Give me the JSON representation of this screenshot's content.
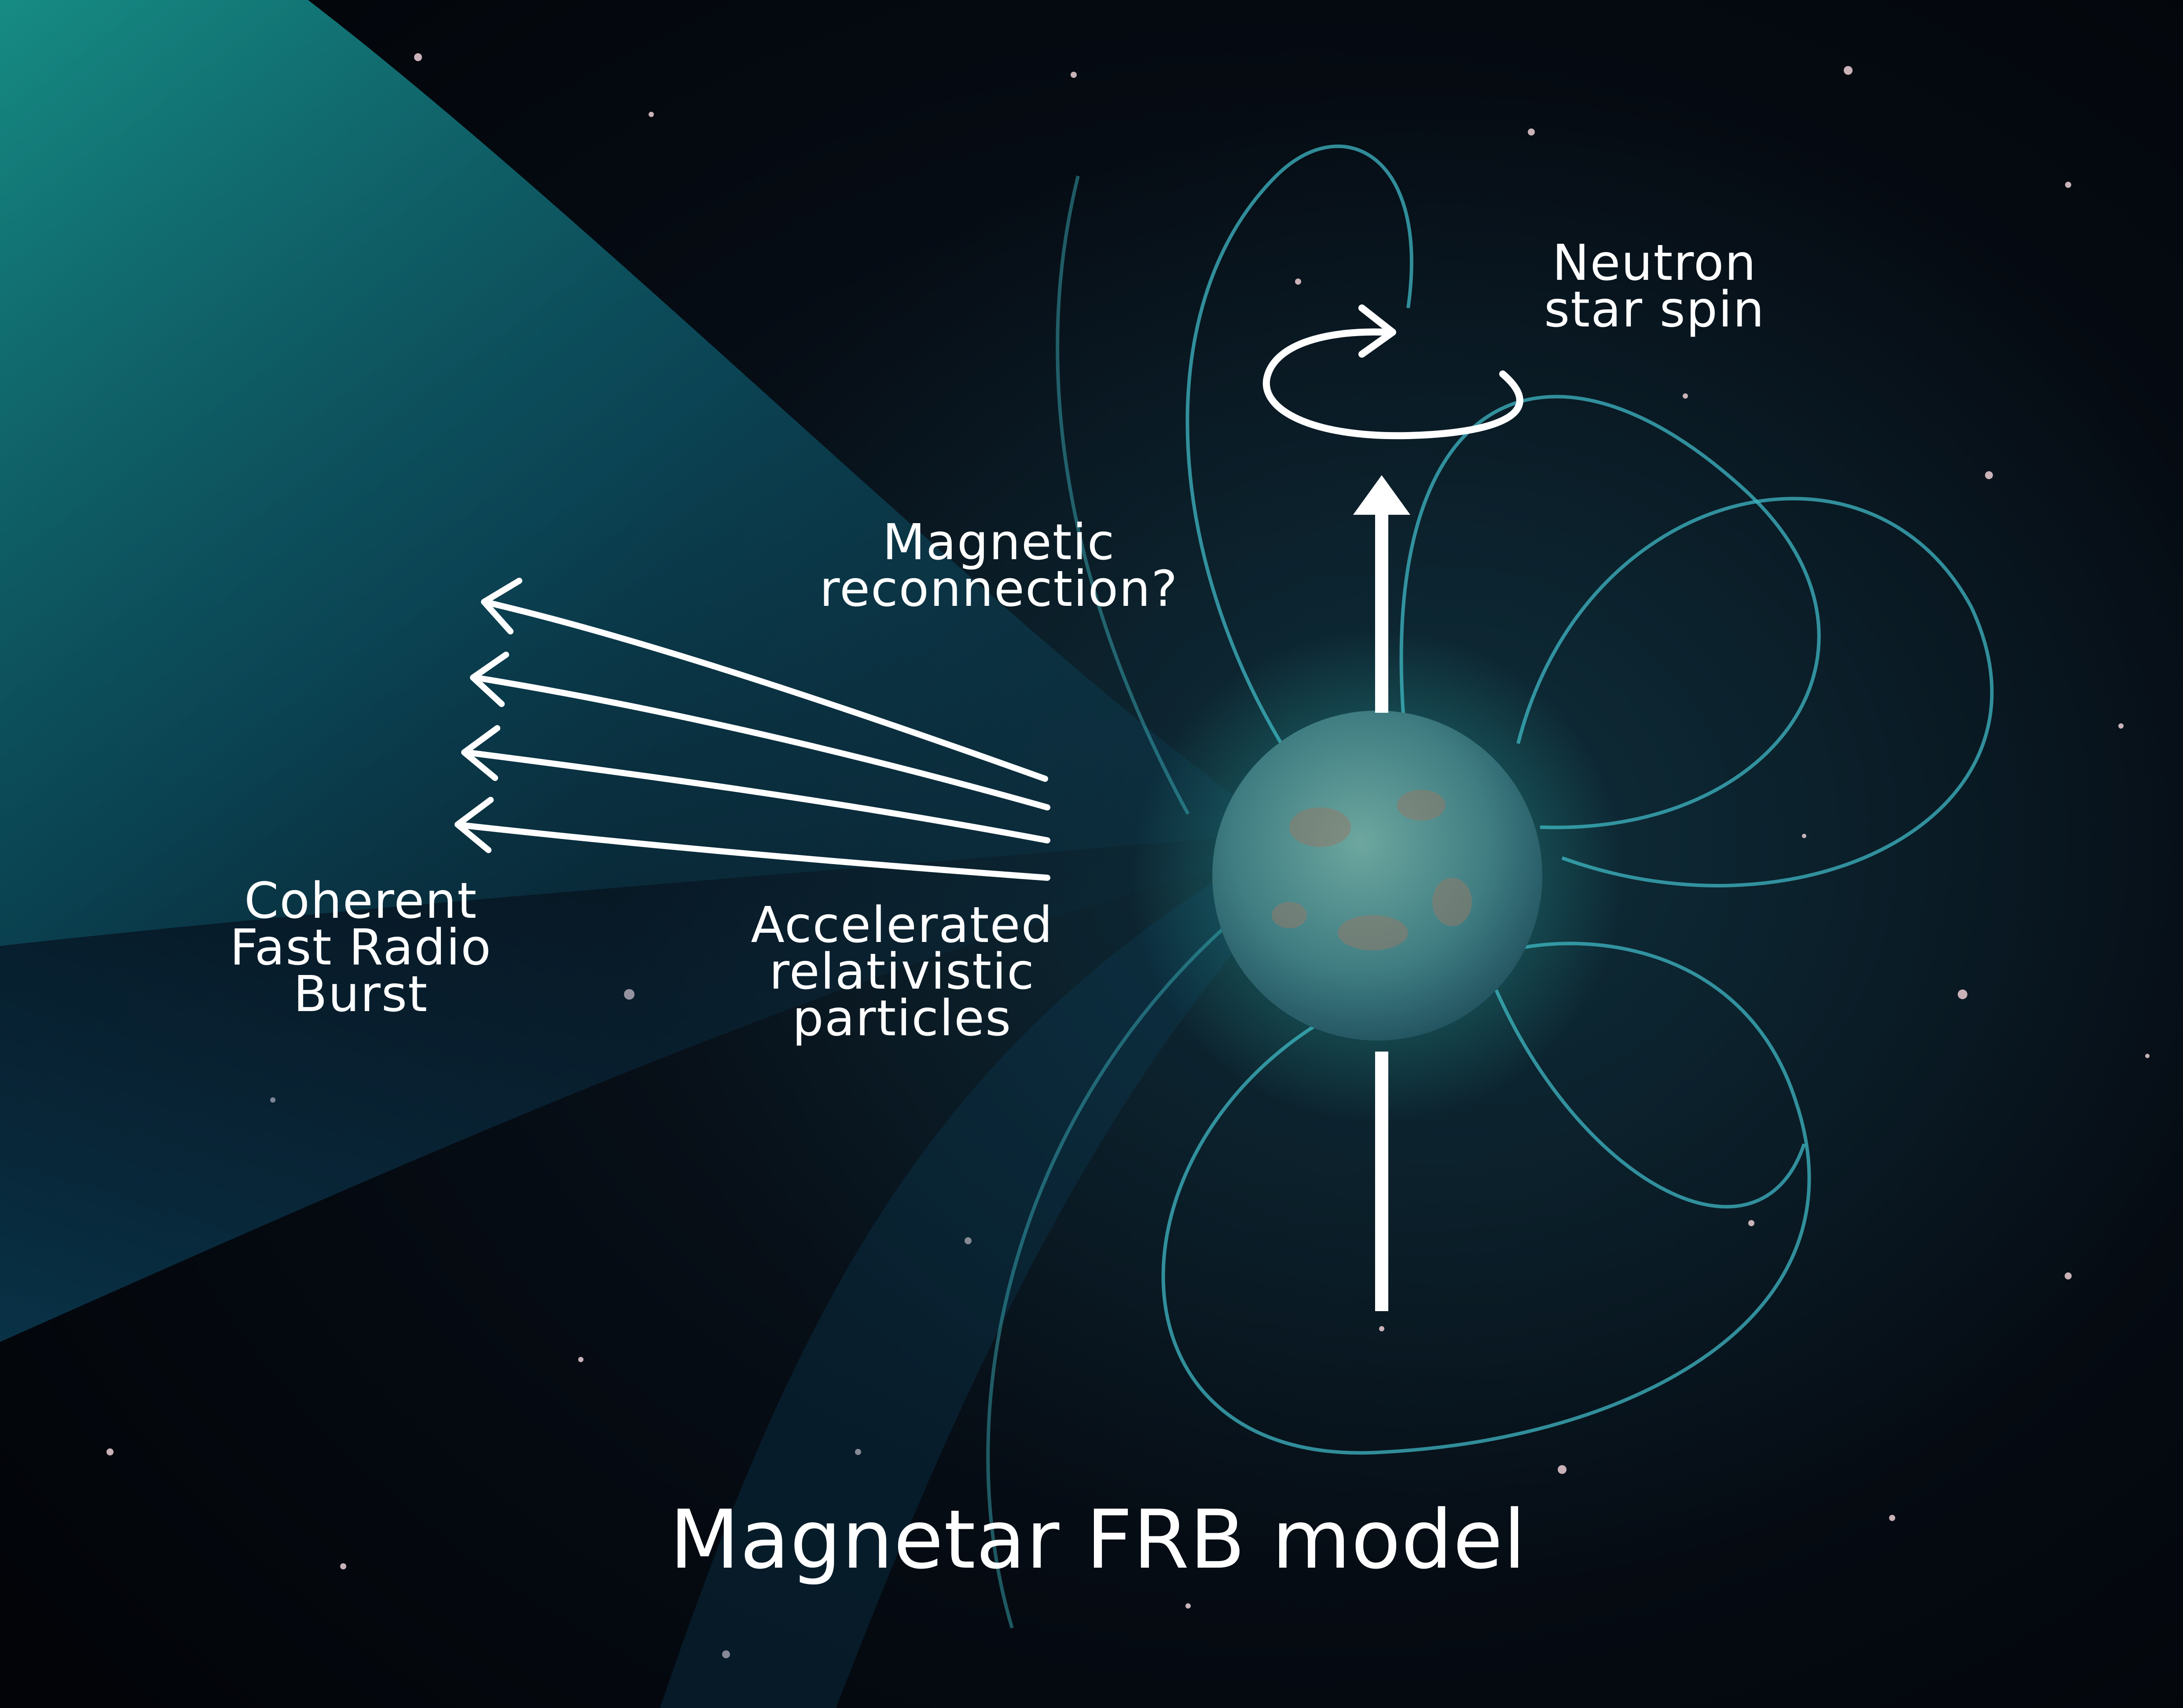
{
  "labels": {
    "spin": [
      "Neutron",
      "star spin"
    ],
    "reconnection": [
      "Magnetic",
      "reconnection?"
    ],
    "accelerated": [
      "Accelerated",
      "relativistic",
      "particles"
    ],
    "burst": [
      "Coherent",
      "Fast Radio",
      "Burst"
    ],
    "title": "Magnetar FRB model"
  },
  "colors": {
    "background": "#05080d",
    "field_lines": "#3fb7c4",
    "jet": "#17a39a",
    "star": "#4f8e8d",
    "annotations": "#ffffff"
  },
  "icons": {
    "spin": "curved-rotation-arrow-icon",
    "axis": "spin-axis-arrow-icon",
    "burst": "burst-arrow-icon"
  }
}
